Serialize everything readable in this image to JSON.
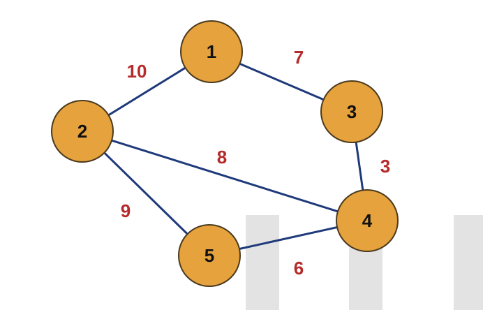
{
  "graph": {
    "node_color": "#e6a23c",
    "edge_color": "#1f3a7a",
    "weight_color": "#b52a2a",
    "nodes": [
      {
        "id": "1",
        "label": "1"
      },
      {
        "id": "2",
        "label": "2"
      },
      {
        "id": "3",
        "label": "3"
      },
      {
        "id": "4",
        "label": "4"
      },
      {
        "id": "5",
        "label": "5"
      }
    ],
    "edges": [
      {
        "from": "2",
        "to": "1",
        "weight": "10"
      },
      {
        "from": "1",
        "to": "3",
        "weight": "7"
      },
      {
        "from": "2",
        "to": "4",
        "weight": "8"
      },
      {
        "from": "3",
        "to": "4",
        "weight": "3"
      },
      {
        "from": "2",
        "to": "5",
        "weight": "9"
      },
      {
        "from": "5",
        "to": "4",
        "weight": "6"
      }
    ]
  }
}
